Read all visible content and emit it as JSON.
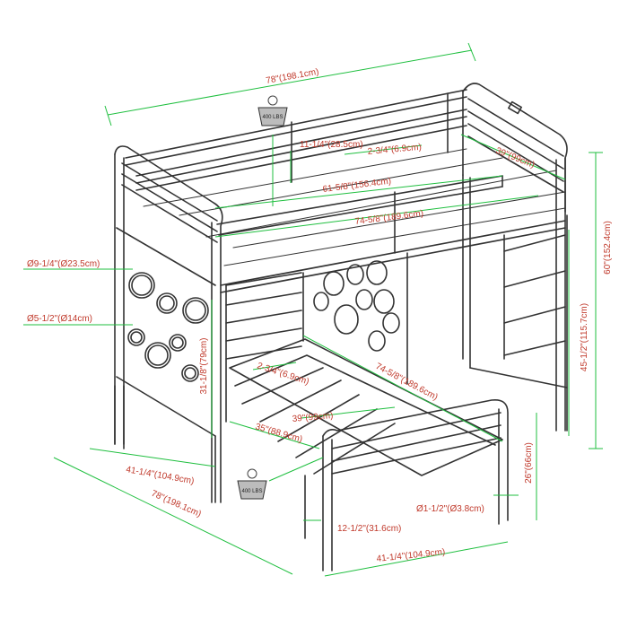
{
  "colors": {
    "frame": "#333333",
    "frame_light": "#777777",
    "dimension_line": "#1fbf3f",
    "dimension_text": "#c0392b",
    "background": "#ffffff"
  },
  "weight_badges": {
    "top": "400 LBS",
    "bottom": "400 LBS"
  },
  "dimensions": {
    "overall_length_top": "78\"(198.1cm)",
    "rail_spacing": "11-1/4\"(28.5cm)",
    "slat_spacing_top": "2-3/4\"(6.9cm)",
    "top_width": "39\"(99cm)",
    "top_inner_length": "61-5/8\"(156.4cm)",
    "top_mattress_length": "74-5/8\"(189.6cm)",
    "large_hole": "Ø9-1/4\"(Ø23.5cm)",
    "small_hole": "Ø5-1/2\"(Ø14cm)",
    "overall_height": "60\"(152.4cm)",
    "ladder_height": "45-1/2\"(115.7cm)",
    "under_top_clearance": "31-1/8\"(79cm)",
    "slat_spacing_bottom": "2-3/4\"(6.9cm)",
    "bottom_mattress_length": "74-5/8\"(189.6cm)",
    "bottom_width_inner": "39\"(99cm)",
    "bottom_slat_width": "35\"(88.9cm)",
    "footboard_height": "26\"(66cm)",
    "depth_left": "41-1/4\"(104.9cm)",
    "overall_length_bottom": "78\"(198.1cm)",
    "post_diameter": "Ø1-1/2\"(Ø3.8cm)",
    "bottom_clearance": "12-1/2\"(31.6cm)",
    "depth_bottom": "41-1/4\"(104.9cm)"
  }
}
